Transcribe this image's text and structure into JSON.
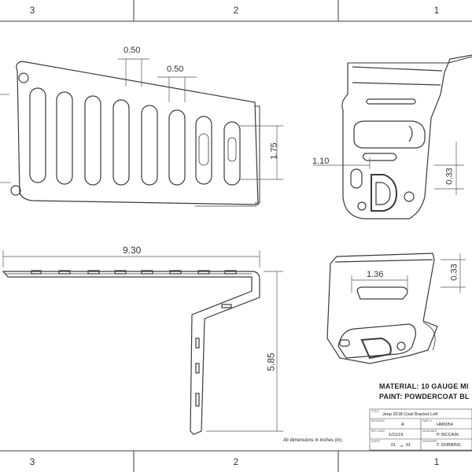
{
  "zones": {
    "top": [
      "3",
      "2",
      "1"
    ],
    "bottom": [
      "3",
      "2",
      "1"
    ]
  },
  "dimensions": {
    "top_spacing": "0.50",
    "slot_spacing": "0.50",
    "slot_length": "1.75",
    "hole_offset": "1.10",
    "hole_edge": "0.33",
    "overall_width": "9.30",
    "slot_width_iso": "1.36",
    "flange_iso": "0.33",
    "overall_height": "5.85"
  },
  "notes": {
    "material": "MATERIAL: 10 GAUGE MI",
    "paint": "PAINT: POWDERCOAT BL",
    "units": "All dimensions in inches (in)."
  },
  "title_block": {
    "title": "Jeep 2018 Cowl Bracket Left",
    "revision": "A",
    "part_number": "HM0054",
    "date": "1/21/19",
    "designer": "P. MCCAIN",
    "sheet": "01",
    "sheet_of": "of",
    "sheet_total": "01",
    "checked": "T. DOBBINS",
    "caption_title": "TITLE",
    "caption_revision": "REVISION",
    "caption_part": "PART #",
    "caption_date": "REV DATE",
    "caption_designer": "DESIGNER",
    "caption_sheet": "SHEET",
    "caption_checked": "REVIEWER"
  },
  "colors": {
    "line": "#3a3a3a",
    "paper": "#ffffff"
  }
}
